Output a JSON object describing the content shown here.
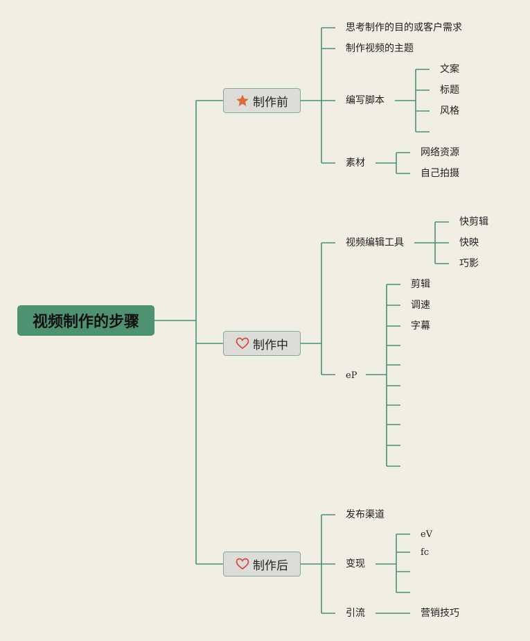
{
  "root": {
    "title": "视频制作的步骤"
  },
  "phases": {
    "before": {
      "label": "制作前",
      "icon": "star-icon",
      "items": {
        "goal": "思考制作的目的或客户需求",
        "theme": "制作视频的主题",
        "script": {
          "label": "编写脚本",
          "children": [
            "文案",
            "标题",
            "风格"
          ]
        },
        "material": {
          "label": "素材",
          "children": [
            "网络资源",
            "自己拍摄"
          ]
        }
      }
    },
    "during": {
      "label": "制作中",
      "icon": "heart-icon",
      "items": {
        "tools": {
          "label": "视频编辑工具",
          "children": [
            "快剪辑",
            "快映",
            "巧影"
          ]
        },
        "ep": {
          "label": "eP",
          "children": [
            "剪辑",
            "调速",
            "字幕"
          ]
        }
      }
    },
    "after": {
      "label": "制作后",
      "icon": "heart-icon",
      "items": {
        "channel": "发布渠道",
        "monetize": {
          "label": "变现",
          "children": [
            "eV",
            "fc"
          ]
        },
        "traffic": {
          "label": "引流",
          "children": [
            "营销技巧"
          ]
        }
      }
    }
  },
  "colors": {
    "line": "#4a8f78",
    "root_fill": "#4e9272",
    "star": "#e0693a",
    "heart": "#d24a40",
    "background": "#f1eee4"
  }
}
